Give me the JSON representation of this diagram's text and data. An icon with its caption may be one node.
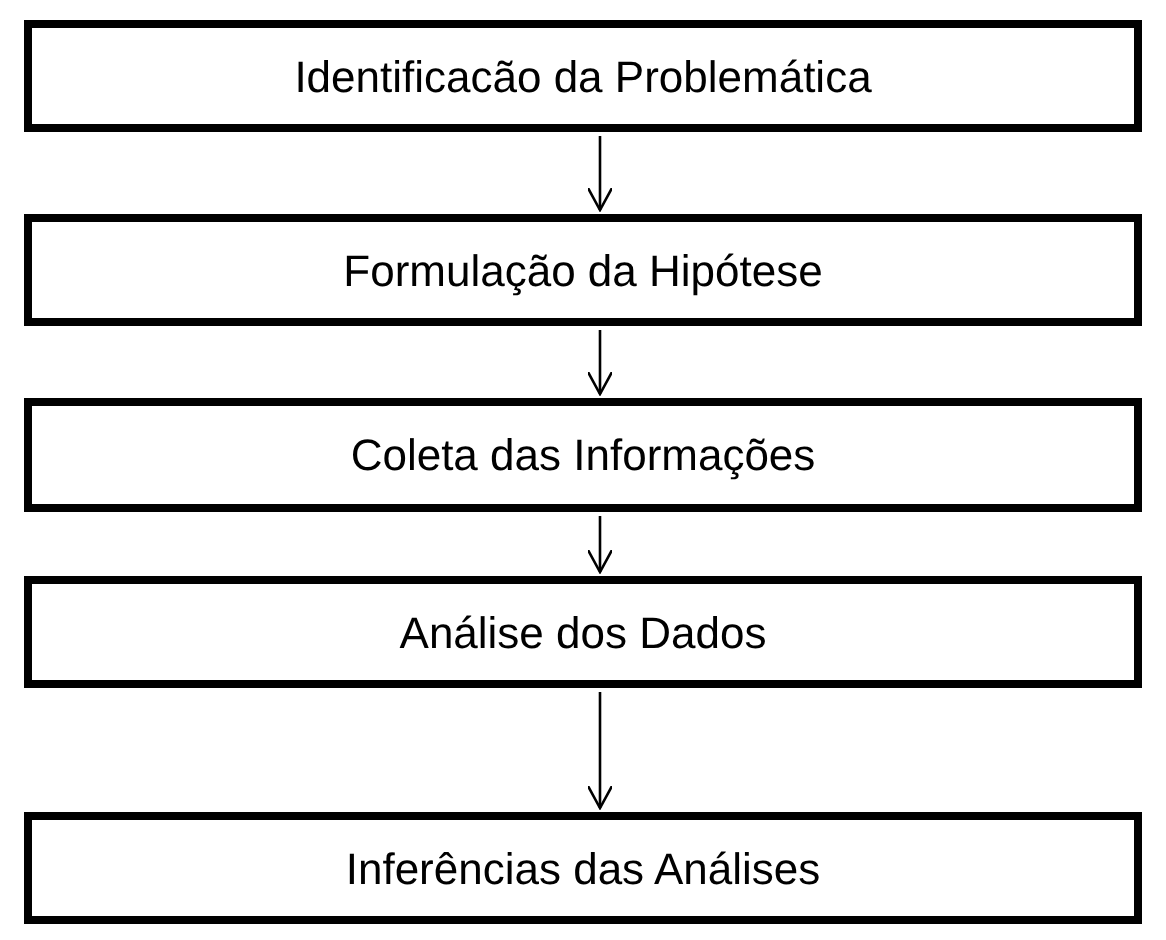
{
  "diagram": {
    "nodes": [
      {
        "text": [
          "Identificacão da Problemática"
        ]
      },
      {
        "text": [
          "Formulação da Hipótese"
        ]
      },
      {
        "text": [
          "Coleta das Informações"
        ]
      },
      {
        "text": [
          "Análise dos Dados"
        ]
      },
      {
        "text": [
          "Inferências das Análises"
        ]
      }
    ],
    "edges": [
      {
        "from": 0,
        "to": 1,
        "arrow": "to"
      },
      {
        "from": 1,
        "to": 2,
        "arrow": "to"
      },
      {
        "from": 2,
        "to": 3,
        "arrow": "to"
      },
      {
        "from": 3,
        "to": 4,
        "arrow": "to"
      }
    ]
  }
}
